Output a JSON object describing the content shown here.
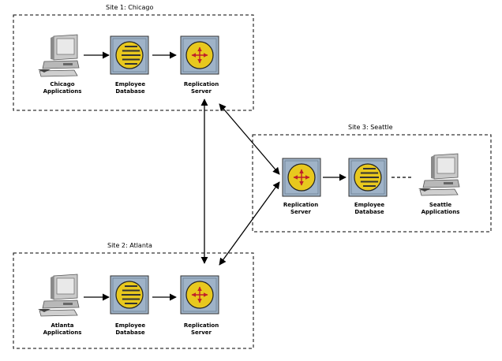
{
  "sites": [
    {
      "title": "Site 1: Chicago",
      "nodes": [
        {
          "kind": "computer",
          "label": "Chicago\nApplications"
        },
        {
          "kind": "database",
          "label": "Employee\nDatabase"
        },
        {
          "kind": "server",
          "label": "Replication\nServer"
        }
      ]
    },
    {
      "title": "Site 2: Atlanta",
      "nodes": [
        {
          "kind": "computer",
          "label": "Atlanta\nApplications"
        },
        {
          "kind": "database",
          "label": "Employee\nDatabase"
        },
        {
          "kind": "server",
          "label": "Replication\nServer"
        }
      ]
    },
    {
      "title": "Site 3: Seattle",
      "nodes": [
        {
          "kind": "server",
          "label": "Replication\nServer"
        },
        {
          "kind": "database",
          "label": "Employee\nDatabase"
        },
        {
          "kind": "computer",
          "label": "Seattle\nApplications"
        }
      ]
    }
  ],
  "colors": {
    "icon_fill": "#e8c81e",
    "icon_bg": "#9fb3c8",
    "arrow_red": "#c0202a",
    "line": "#000000"
  }
}
